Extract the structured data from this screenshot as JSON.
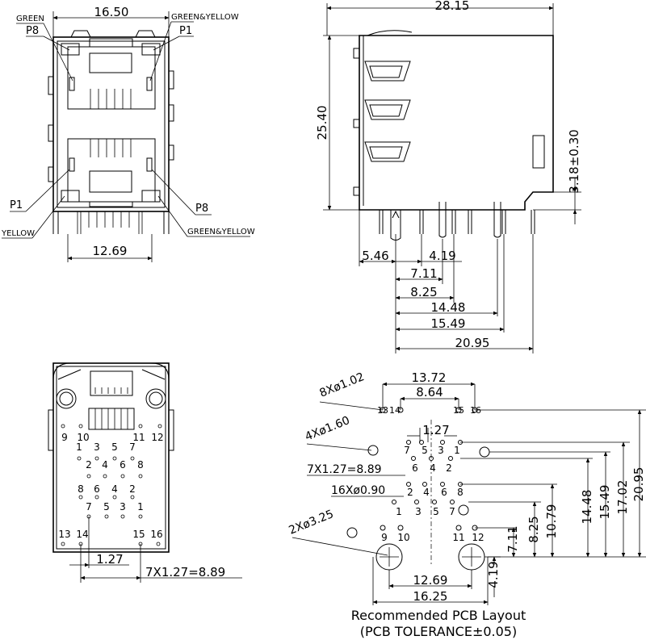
{
  "front_view": {
    "width_dim": "16.50",
    "pin_pitch_dim": "12.69",
    "label_green": "GREEN",
    "label_green_yellow_top": "GREEN&YELLOW",
    "label_p8_top": "P8",
    "label_p1_top": "P1",
    "label_p1_bottom": "P1",
    "label_p8_bottom": "P8",
    "label_yellow": "YELLOW",
    "label_green_yellow_bottom": "GREEN&YELLOW"
  },
  "side_view": {
    "length_dim": "28.15",
    "height_dim": "25.40",
    "standoff_dim": "3.18±0.30",
    "d1": "5.46",
    "d2": "4.19",
    "d3": "7.11",
    "d4": "8.25",
    "d5": "14.48",
    "d6": "15.49",
    "d7": "20.95"
  },
  "bottom_view": {
    "pins_row_a": [
      "9",
      "10",
      "11",
      "12"
    ],
    "pins_row_b": [
      "1",
      "3",
      "5",
      "7"
    ],
    "pins_row_c": [
      "2",
      "4",
      "6",
      "8"
    ],
    "pins_row_d": [
      "8",
      "6",
      "4",
      "2"
    ],
    "pins_row_e": [
      "7",
      "5",
      "3",
      "1"
    ],
    "pins_row_f": [
      "13",
      "14",
      "15",
      "16"
    ],
    "pitch_dim": "1.27",
    "pitch_total": "7X1.27=8.89"
  },
  "pcb_layout": {
    "hole_13_14": "8Xø1.02",
    "hole_1_60": "4Xø1.60",
    "pitch_total": "7X1.27=8.89",
    "hole_0_90": "16Xø0.90",
    "hole_3_25": "2Xø3.25",
    "dim_13_72": "13.72",
    "dim_8_64": "8.64",
    "dim_1_27": "1.27",
    "dim_12_69": "12.69",
    "dim_16_25": "16.25",
    "dim_4_19": "4.19",
    "dim_7_11": "7.11",
    "dim_8_25": "8.25",
    "dim_10_79": "10.79",
    "dim_14_48": "14.48",
    "dim_15_49": "15.49",
    "dim_17_02": "17.02",
    "dim_20_95": "20.95",
    "pin_labels_top": [
      "13",
      "14",
      "15",
      "16"
    ],
    "pin_labels_a": [
      "7",
      "5",
      "3",
      "1"
    ],
    "pin_labels_b": [
      "6",
      "4",
      "2"
    ],
    "pin_labels_c": [
      "2",
      "4",
      "6",
      "8"
    ],
    "pin_labels_d": [
      "1",
      "3",
      "5",
      "7"
    ],
    "pin_labels_e": [
      "9",
      "10",
      "11",
      "12"
    ],
    "title": "Recommended PCB Layout",
    "subtitle": "(PCB TOLERANCE±0.05)"
  }
}
